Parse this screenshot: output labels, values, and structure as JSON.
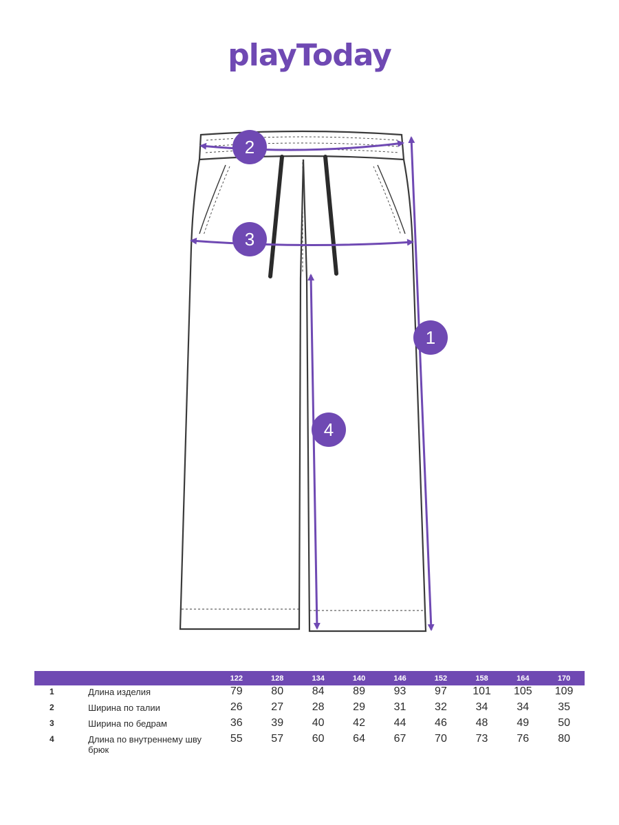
{
  "brand": {
    "name": "playToday",
    "color": "#6f49b3"
  },
  "markers": [
    "1",
    "2",
    "3",
    "4"
  ],
  "table": {
    "sizes": [
      "122",
      "128",
      "134",
      "140",
      "146",
      "152",
      "158",
      "164",
      "170"
    ],
    "rows": [
      {
        "num": "1",
        "label": "Длина изделия",
        "values": [
          "79",
          "80",
          "84",
          "89",
          "93",
          "97",
          "101",
          "105",
          "109"
        ]
      },
      {
        "num": "2",
        "label": "Ширина по талии",
        "values": [
          "26",
          "27",
          "28",
          "29",
          "31",
          "32",
          "34",
          "34",
          "35"
        ]
      },
      {
        "num": "3",
        "label": "Ширина по бедрам",
        "values": [
          "36",
          "39",
          "40",
          "42",
          "44",
          "46",
          "48",
          "49",
          "50"
        ]
      },
      {
        "num": "4",
        "label": "Длина по внутреннему шву брюк",
        "values": [
          "55",
          "57",
          "60",
          "64",
          "67",
          "70",
          "73",
          "76",
          "80"
        ]
      }
    ]
  }
}
